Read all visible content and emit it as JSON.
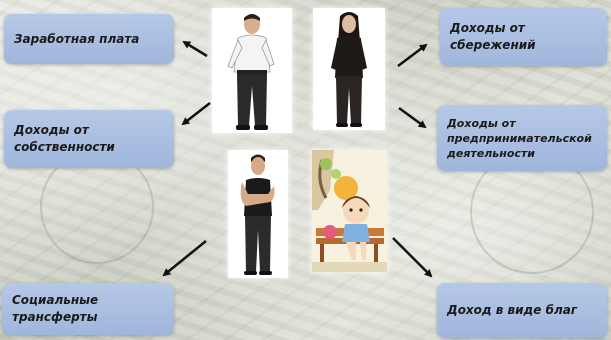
{
  "boxes": {
    "wages": "Заработная  плата",
    "property_income": "Доходы от\nсобственности",
    "social_transfers": "Социальные\nтрансферты",
    "savings_income": "Доходы от\nсбережений",
    "business_income": "Доходы от\nпредпринимательской\nдеятельности",
    "benefits_income": "Доход в виде  благ"
  }
}
